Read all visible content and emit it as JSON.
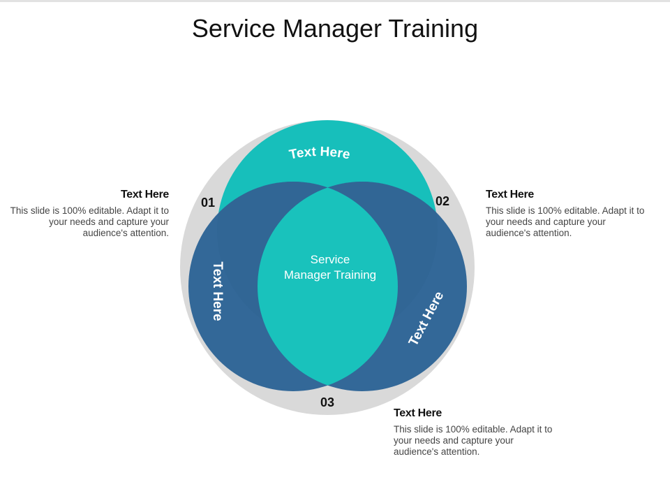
{
  "title": "Service Manager Training",
  "diagram": {
    "center_label_line1": "Service",
    "center_label_line2": "Manager Training",
    "segment_labels": {
      "top": "Text Here",
      "left": "Text Here",
      "right": "Text Here"
    },
    "numbers": {
      "n01": "01",
      "n02": "02",
      "n03": "03"
    },
    "colors": {
      "ring": "#d9d9d9",
      "teal": "#17bfbb",
      "navy": "#336898",
      "center": "#19c2bc",
      "label_text": "#ffffff"
    }
  },
  "blocks": {
    "left": {
      "heading": "Text Here",
      "body": "This slide is 100% editable. Adapt it to your needs and capture your audience's attention."
    },
    "right": {
      "heading": "Text Here",
      "body": "This slide is 100% editable. Adapt it to your needs and capture your audience's attention."
    },
    "bottom": {
      "heading": "Text Here",
      "body": "This slide is 100% editable. Adapt it to your needs and capture your audience's attention."
    }
  }
}
